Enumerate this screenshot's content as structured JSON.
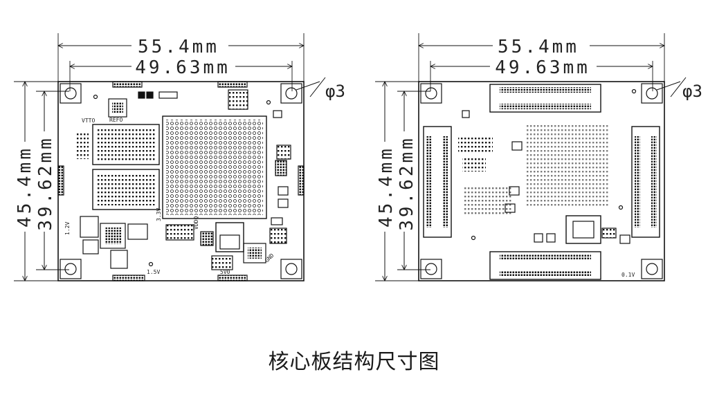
{
  "caption": "核心板结构尺寸图",
  "front_view": {
    "dim_outer_width": "55.4mm",
    "dim_inner_width": "49.63mm",
    "dim_outer_height": "45.4mm",
    "dim_inner_height": "39.62mm",
    "hole_label": "φ3",
    "silk_labels": [
      "VTTO",
      "REFO",
      "1.2V",
      "3.3V",
      "VDDQ",
      "1.5V",
      "5V0",
      "GND"
    ]
  },
  "back_view": {
    "dim_outer_width": "55.4mm",
    "dim_inner_width": "49.63mm",
    "dim_outer_height": "45.4mm",
    "dim_inner_height": "39.62mm",
    "hole_label": "φ3",
    "silk_labels": [
      "0.1V"
    ]
  },
  "colors": {
    "line": "#111111",
    "background": "#ffffff"
  }
}
